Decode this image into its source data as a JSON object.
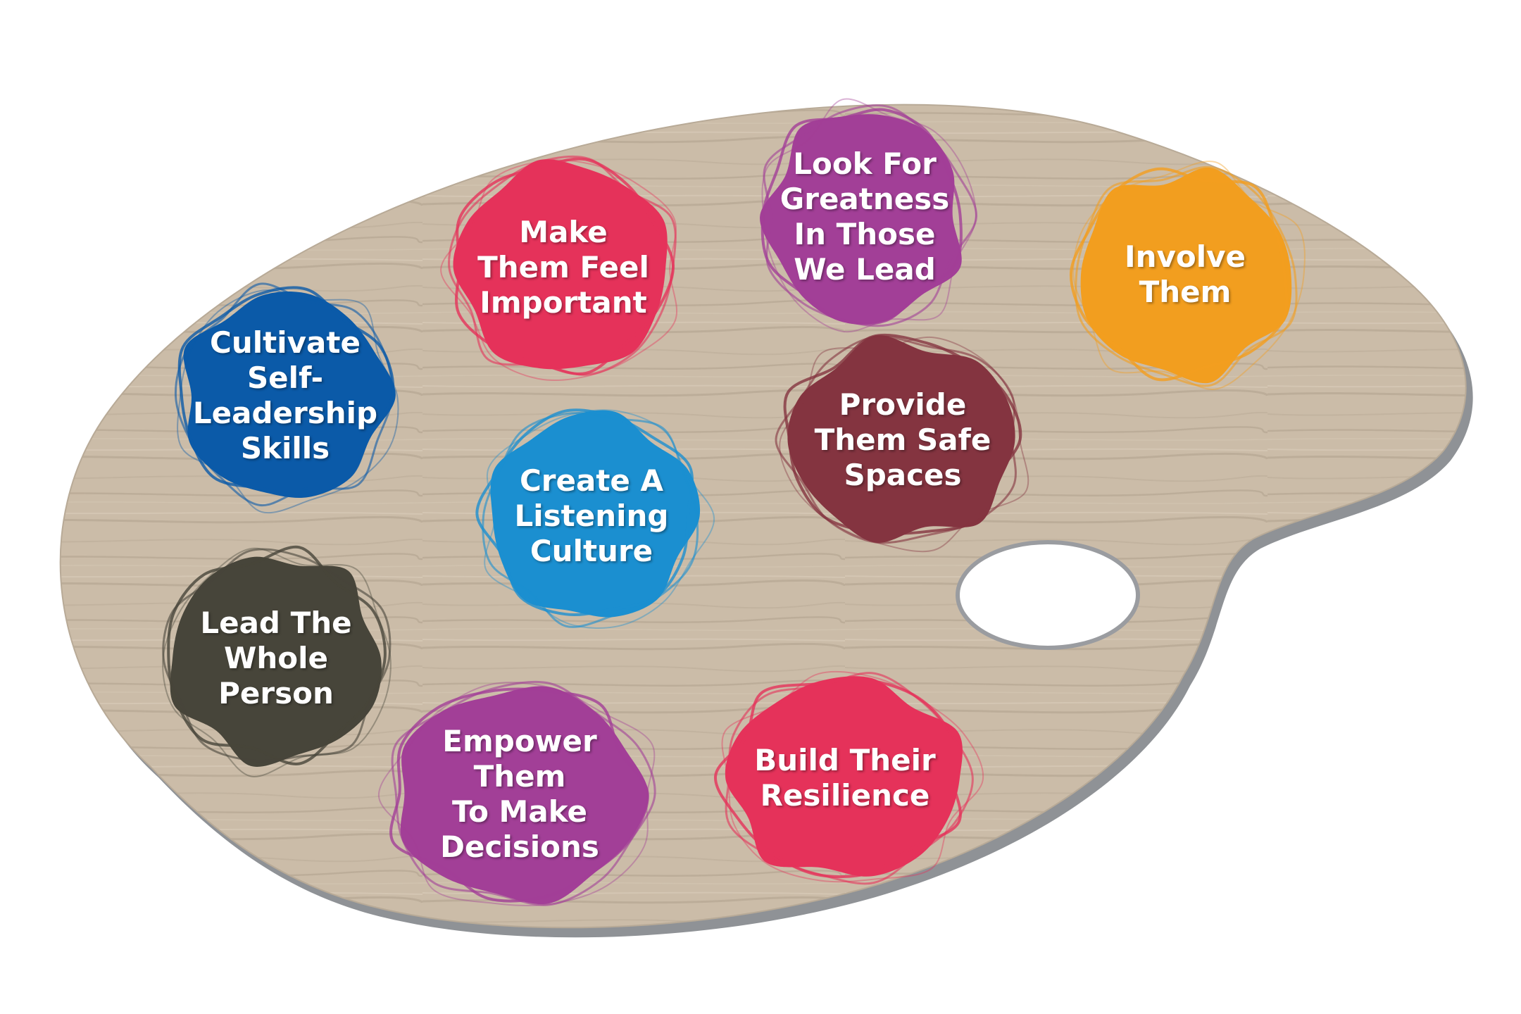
{
  "palette": {
    "wood_color": "#cbbca8",
    "wood_grain_color": "#b3a38f",
    "edge_color": "#8f9296"
  },
  "blobs": [
    {
      "id": "cultivate-self-leadership-skills",
      "color": "#0b5aa8",
      "lines": [
        "Cultivate",
        "Self-",
        "Leadership",
        "Skills"
      ]
    },
    {
      "id": "make-them-feel-important",
      "color": "#e5325a",
      "lines": [
        "Make",
        "Them Feel",
        "Important"
      ]
    },
    {
      "id": "look-for-greatness",
      "color": "#a23f97",
      "lines": [
        "Look For",
        "Greatness",
        "In Those",
        "We Lead"
      ]
    },
    {
      "id": "involve-them",
      "color": "#f29e1f",
      "lines": [
        "Involve",
        "Them"
      ]
    },
    {
      "id": "create-a-listening-culture",
      "color": "#1b8fd0",
      "lines": [
        "Create A",
        "Listening",
        "Culture"
      ]
    },
    {
      "id": "provide-them-safe-spaces",
      "color": "#843440",
      "lines": [
        "Provide",
        "Them Safe",
        "Spaces"
      ]
    },
    {
      "id": "lead-the-whole-person",
      "color": "#47453a",
      "lines": [
        "Lead The",
        "Whole",
        "Person"
      ]
    },
    {
      "id": "empower-them-to-make-decisions",
      "color": "#a23f97",
      "lines": [
        "Empower",
        "Them",
        "To Make",
        "Decisions"
      ]
    },
    {
      "id": "build-their-resilience",
      "color": "#e5325a",
      "lines": [
        "Build Their",
        "Resilience"
      ]
    }
  ]
}
